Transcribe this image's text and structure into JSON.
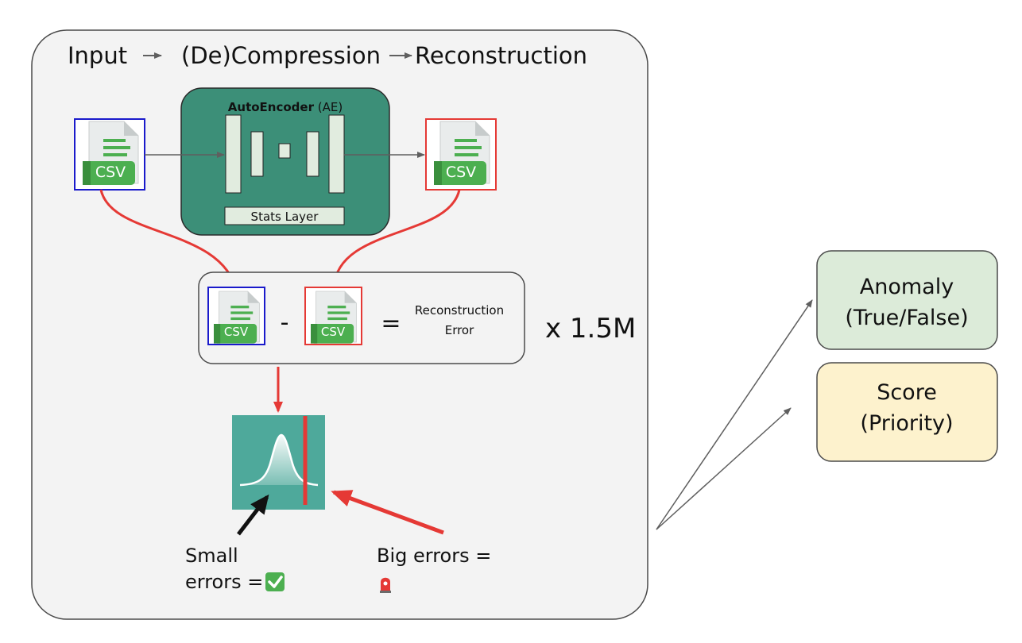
{
  "header": {
    "input": "Input",
    "decompression": "(De)Compression",
    "reconstruction": "Reconstruction"
  },
  "autoencoder": {
    "title_bold": "AutoEncoder",
    "title_suffix": " (AE)",
    "stats_layer": "Stats Layer"
  },
  "files": {
    "csv_label": "CSV"
  },
  "error_box": {
    "minus": "-",
    "equals": "=",
    "result_line1": "Reconstruction",
    "result_line2": "Error"
  },
  "multiplier": "x 1.5M",
  "annotations": {
    "small_line1": "Small",
    "small_line2": "errors =",
    "small_emoji": "✅",
    "big_line1": "Big errors =",
    "big_emoji": "🚨"
  },
  "outputs": {
    "anomaly_line1": "Anomaly",
    "anomaly_line2": "(True/False)",
    "score_line1": "Score",
    "score_line2": "(Priority)"
  },
  "colors": {
    "panel_bg": "#f3f3f3",
    "ae_green": "#3c8f78",
    "csv_green": "#4caf50",
    "red": "#e53935",
    "blue": "#1a1acb",
    "teal": "#4ea99b",
    "anomaly_bg": "#dcebd9",
    "score_bg": "#fdf2cd"
  }
}
